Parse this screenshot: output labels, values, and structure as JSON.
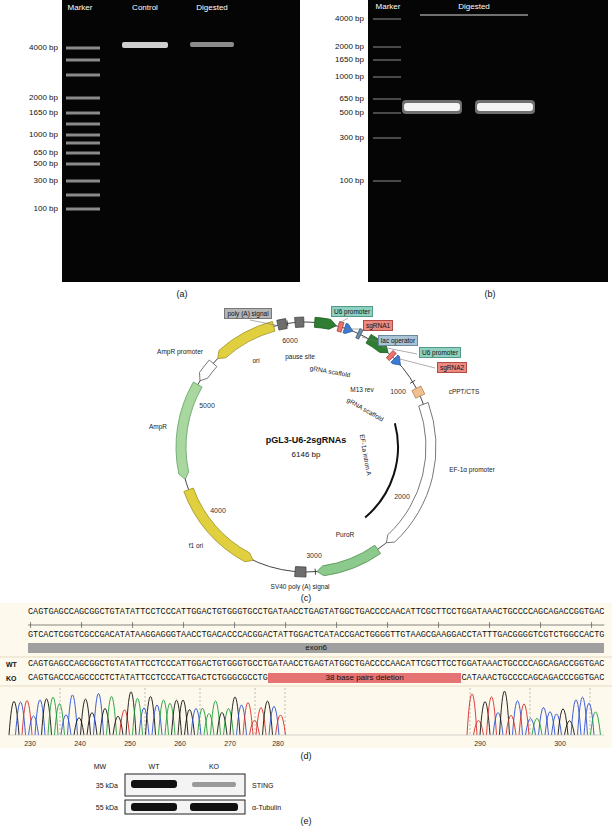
{
  "diagram": {
    "nodes": [
      {
        "text": [
          "poly (A) signal"
        ]
      },
      {
        "text": [
          "U6 promoter"
        ]
      },
      {
        "text": [
          "sgRNA1"
        ]
      },
      {
        "text": [
          "lac operator"
        ]
      },
      {
        "text": [
          "U6 promoter"
        ]
      },
      {
        "text": [
          "sgRNA2"
        ]
      },
      {
        "text": [
          "exon6"
        ]
      },
      {
        "text": [
          "38 base pairs deletion"
        ]
      }
    ],
    "labels": [
      "Marker",
      "Control",
      "Digested",
      "4000 bp",
      "2000 bp",
      "1650 bp",
      "1000 bp",
      "650 bp",
      "500 bp",
      "300 bp",
      "100 bp",
      "(a)",
      "Marker",
      "Digested",
      "4000 bp",
      "2000 bp",
      "1650 bp",
      "1000 bp",
      "650 bp",
      "500 bp",
      "300 bp",
      "100 bp",
      "(b)",
      "pause site",
      "gRNA scaffold",
      "M13 rev",
      "gRNA scaffold",
      "cPPT/CTS",
      "1000",
      "EF-1α promoter",
      "2000",
      "EF-1a intron A",
      "PuroR",
      "SV40 poly (A) signal",
      "3000",
      "f1 ori",
      "4000",
      "AmpR",
      "AmpR promoter",
      "5000",
      "ori",
      "6000",
      "pGL3-U6-2sgRNAs",
      "6146 bp",
      "(c)",
      "CAGTGAGCCAGCGGCTGTATATTCCTCCCATTGGACTGTGGGTGCCTGATAACCTGAGTATGGCTGACCCCAACATTCGCTTCCTGGATAAACTGCCCCAGCAGACCGGTGAC",
      "GTCACTCGGTCGCCGACATATAAGGAGGGTAACCTGACACCCACGGACTATTGGACTCATACCGACTGGGGTTGTAAGCGAAGGACCTATTTGACGGGGTCGTCTGGCCACTG",
      "WT",
      "CAGTGAGCCAGCGGCTGTATATTCCTCCCATTGGACTGTGGGTGCCTGATAACCTGAGTATGGCTGACCCCAACATTCGCTTCCTGGATAAACTGCCCCAGCAGACCGGTGAC",
      "KO",
      "CAGTGACCCAGCCCCTCTATATTCCTCCCATTGACTCTGGGCGCCTG",
      "CATAAACTGCCCCAGCAGACCCGGTGAC",
      "230",
      "240",
      "250",
      "260",
      "270",
      "280",
      "290",
      "300",
      "(d)",
      "MW",
      "WT",
      "KO",
      "35 kDa",
      "55 kDa",
      "STING",
      "α-Tubulin",
      "(e)"
    ]
  }
}
